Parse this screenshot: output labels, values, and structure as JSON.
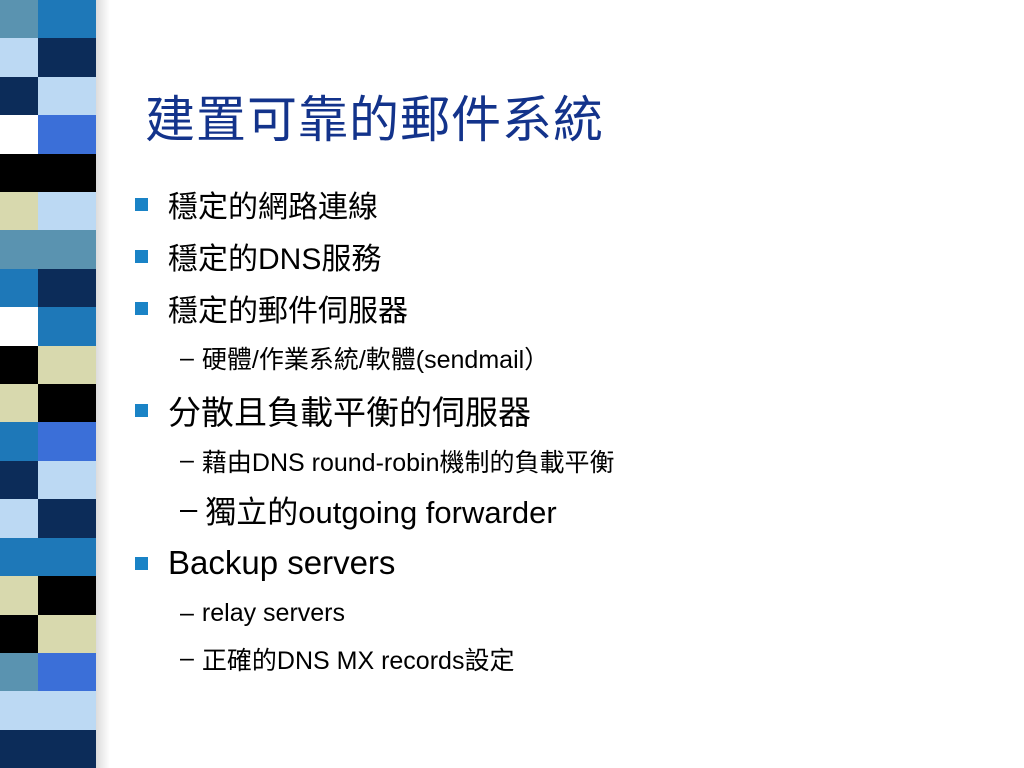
{
  "title": "建置可靠的郵件系統",
  "strip": {
    "outer": [
      "#5a93b0",
      "#bcd9f3",
      "#0c2c59",
      "#ffffff",
      "#000000",
      "#d8d9ae",
      "#5a93b0",
      "#1e78b8",
      "#ffffff",
      "#000000",
      "#d8d9ae",
      "#1e78b8",
      "#0c2c59",
      "#bcd9f3",
      "#1e78b8",
      "#d8d9ae",
      "#000000",
      "#5a93b0",
      "#bcd9f3",
      "#0c2c59"
    ],
    "inner": [
      "#1e78b8",
      "#0c2c59",
      "#bcd9f3",
      "#3b6fd8",
      "#000000",
      "#bcd9f3",
      "#5a93b0",
      "#0c2c59",
      "#1e78b8",
      "#d8d9ae",
      "#000000",
      "#3b6fd8",
      "#bcd9f3",
      "#0c2c59",
      "#1e78b8",
      "#000000",
      "#d8d9ae",
      "#3b6fd8",
      "#bcd9f3",
      "#0c2c59"
    ]
  },
  "items": {
    "b1": "穩定的網路連線",
    "b2": "穩定的DNS服務",
    "b3": "穩定的郵件伺服器",
    "b3_1": "硬體/作業系統/軟體(sendmail）",
    "b4": "分散且負載平衡的伺服器",
    "b4_1": "藉由DNS round-robin機制的負載平衡",
    "b4_2": "獨立的outgoing forwarder",
    "b5": "Backup servers",
    "b5_1": "relay servers",
    "b5_2": "正確的DNS MX records設定"
  },
  "colors": {
    "title": "#13338b",
    "bullet": "#1a83c6"
  },
  "icons": {
    "level1_bullet": "square-bullet-icon",
    "level2_bullet": "dash"
  }
}
